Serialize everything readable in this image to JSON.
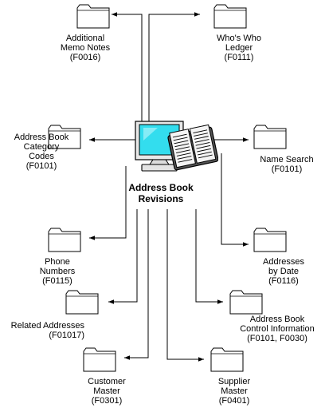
{
  "hub": {
    "title": "Address Book\nRevisions",
    "icon": "computer-with-book-icon",
    "screen_color": "#33ddee"
  },
  "nodes": [
    {
      "id": "additional-memo-notes",
      "icon": "folder-icon",
      "label": "Additional\nMemo Notes\n(F0016)"
    },
    {
      "id": "whos-who-ledger",
      "icon": "folder-icon",
      "label": "Who's Who\nLedger\n(F0111)"
    },
    {
      "id": "address-book-category-codes",
      "icon": "folder-icon",
      "label": "Address Book\nCategory\nCodes\n(F0101)"
    },
    {
      "id": "name-search",
      "icon": "folder-icon",
      "label": "Name Search\n(F0101)"
    },
    {
      "id": "phone-numbers",
      "icon": "folder-icon",
      "label": "Phone\nNumbers\n(F0115)"
    },
    {
      "id": "addresses-by-date",
      "icon": "folder-icon",
      "label": "Addresses\nby Date\n(F0116)"
    },
    {
      "id": "related-addresses",
      "icon": "folder-icon",
      "label": "Related Addresses\n(F01017)"
    },
    {
      "id": "address-book-control-information",
      "icon": "folder-icon",
      "label": "Address Book\nControl Information\n(F0101, F0030)"
    },
    {
      "id": "customer-master",
      "icon": "folder-icon",
      "label": "Customer\nMaster\n(F0301)"
    },
    {
      "id": "supplier-master",
      "icon": "folder-icon",
      "label": "Supplier\nMaster\n(F0401)"
    }
  ]
}
